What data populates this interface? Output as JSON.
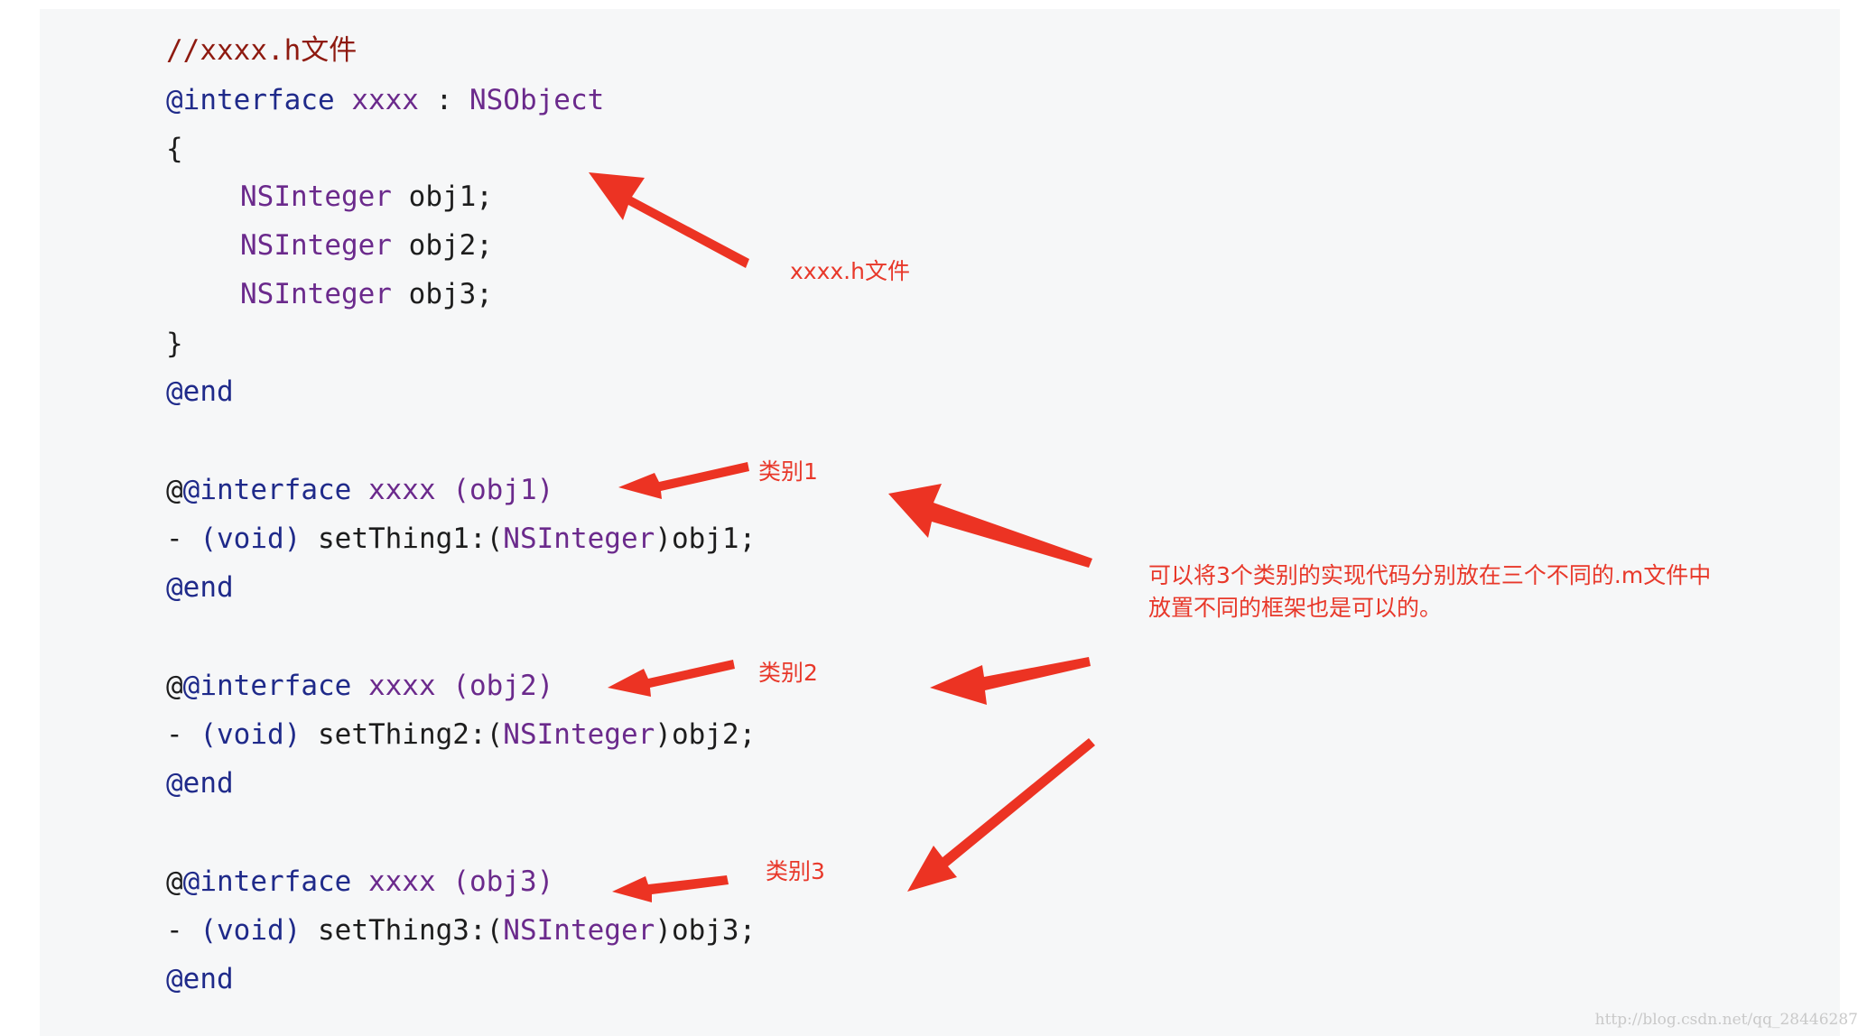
{
  "code": {
    "header": {
      "comment": "//xxxx.h文件",
      "interface_kw": "@interface",
      "class_name": "xxxx",
      "colon": ":",
      "superclass": "NSObject",
      "open_brace": "{",
      "ivars": [
        {
          "type": "NSInteger",
          "name": "obj1;"
        },
        {
          "type": "NSInteger",
          "name": "obj2;"
        },
        {
          "type": "NSInteger",
          "name": "obj3;"
        }
      ],
      "close_brace": "}",
      "end_kw": "@end"
    },
    "categories": [
      {
        "at_prefix": "@",
        "interface_kw": "@interface",
        "class_name": "xxxx",
        "category": "(obj1)",
        "method_dash": "-",
        "method_return": "(void)",
        "method_sel": " setThing1:(",
        "method_param_type": "NSInteger",
        "method_param": ")obj1;",
        "end_kw": "@end"
      },
      {
        "at_prefix": "@",
        "interface_kw": "@interface",
        "class_name": "xxxx",
        "category": "(obj2)",
        "method_dash": "-",
        "method_return": "(void)",
        "method_sel": " setThing2:(",
        "method_param_type": "NSInteger",
        "method_param": ")obj2;",
        "end_kw": "@end"
      },
      {
        "at_prefix": "@",
        "interface_kw": "@interface",
        "class_name": "xxxx",
        "category": "(obj3)",
        "method_dash": "-",
        "method_return": "(void)",
        "method_sel": " setThing3:(",
        "method_param_type": "NSInteger",
        "method_param": ")obj3;",
        "end_kw": "@end"
      }
    ]
  },
  "annotations": {
    "header_note": "xxxx.h文件",
    "category_notes": [
      "类别1",
      "类别2",
      "类别3"
    ],
    "summary_line1": "可以将3个类别的实现代码分别放在三个不同的.m文件中",
    "summary_line2": "放置不同的框架也是可以的。"
  },
  "colors": {
    "panel_background": "#f6f7f8",
    "comment": "#8e1a10",
    "keyword": "#1f2a8a",
    "type": "#6b2a8c",
    "annotation": "#e8382a"
  },
  "watermark": "http://blog.csdn.net/qq_28446287"
}
